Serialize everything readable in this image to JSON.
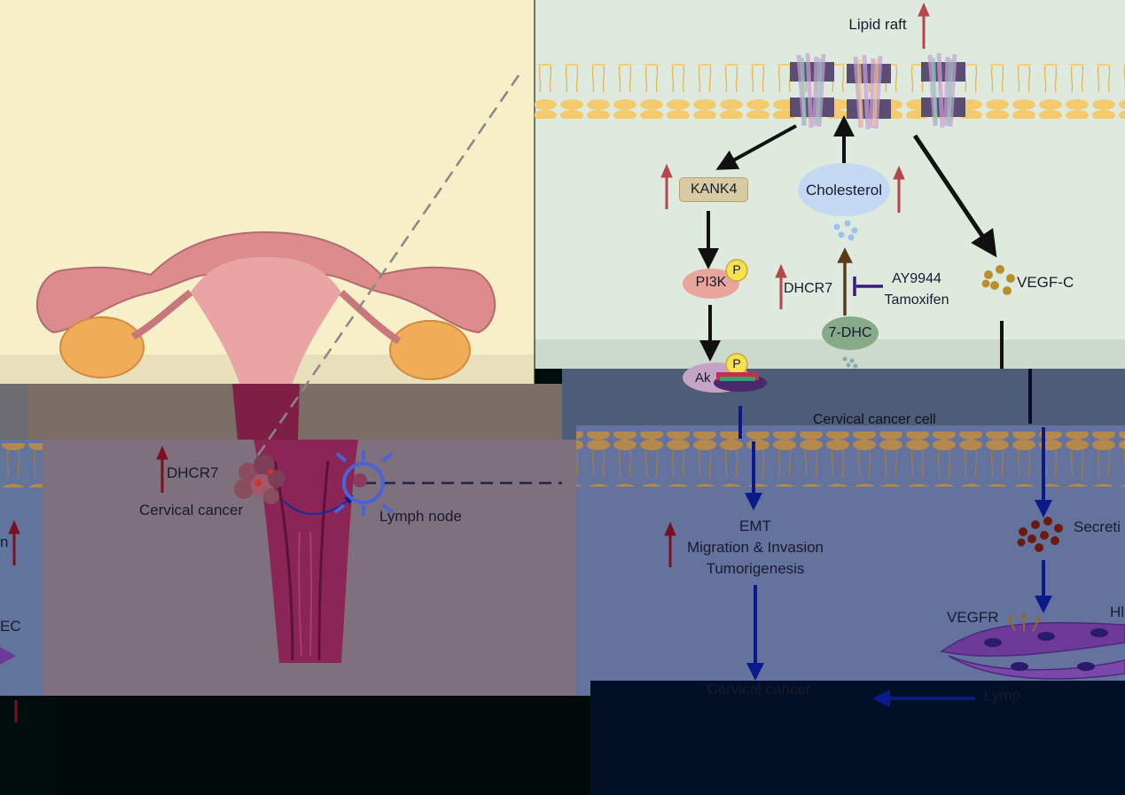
{
  "labels": {
    "lipid_raft": "Lipid raft",
    "kank4": "KANK4",
    "cholesterol": "Cholesterol",
    "pi3k": "PI3K",
    "phospho": "P",
    "dhcr7": "DHCR7",
    "ay9944": "AY9944",
    "tamoxifen": "Tamoxifen",
    "vegfc": "VEGF-C",
    "dhc7": "7-DHC",
    "akt_partial": "Ak",
    "cervical_cancer_cell": "Cervical cancer cell",
    "dhcr7_left": "DHCR7",
    "cervical_cancer": "Cervical cancer",
    "lymph_node": "Lymph node",
    "emt": "EMT",
    "migration": "Migration & Invasion",
    "tumorigenesis": "Tumorigenesis",
    "secretion_partial": "Secreti",
    "vegfr": "VEGFR",
    "hl_partial": "Hl",
    "cervical_cancer_bottom": "Cervical cancer",
    "lymph_partial": "Lymp",
    "left_edge_n": "n",
    "left_edge_ec": "EC"
  },
  "colors": {
    "up_arrow": "#b5474a",
    "dark_up_arrow": "#7a1020",
    "inhibitor": "#3a1a7a",
    "navy_arrow": "#0a1a8a"
  }
}
